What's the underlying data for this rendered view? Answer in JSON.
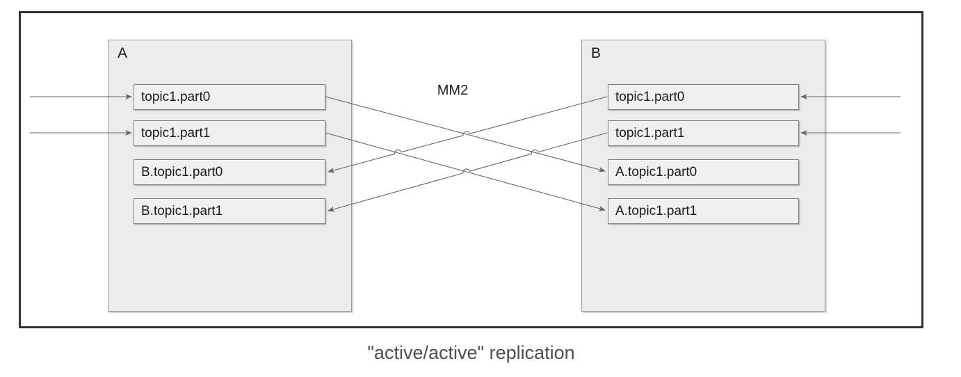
{
  "diagram": {
    "type": "kafka-mirrormaker-replication-diagram",
    "connector_label": "MM2",
    "caption": "\"active/active\" replication",
    "clusters": [
      {
        "name": "A",
        "topics": [
          "topic1.part0",
          "topic1.part1",
          "B.topic1.part0",
          "B.topic1.part1"
        ]
      },
      {
        "name": "B",
        "topics": [
          "topic1.part0",
          "topic1.part1",
          "A.topic1.part0",
          "A.topic1.part1"
        ]
      }
    ],
    "replication_flows": [
      {
        "from": "A / topic1.part0",
        "to": "B / A.topic1.part0"
      },
      {
        "from": "A / topic1.part1",
        "to": "B / A.topic1.part1"
      },
      {
        "from": "B / topic1.part0",
        "to": "A / B.topic1.part0"
      },
      {
        "from": "B / topic1.part1",
        "to": "A / B.topic1.part1"
      }
    ],
    "external_inputs": [
      {
        "into": "A / topic1.part0",
        "from_side": "left"
      },
      {
        "into": "A / topic1.part1",
        "from_side": "left"
      },
      {
        "into": "B / topic1.part0",
        "from_side": "right"
      },
      {
        "into": "B / topic1.part1",
        "from_side": "right"
      }
    ],
    "colors": {
      "frame_border": "#333333",
      "cluster_fill": "#ececec",
      "cluster_border": "#9b9b9b",
      "topic_fill": "#f0f0f0",
      "topic_border": "#7f7f7f",
      "arrow": "#666666",
      "label_text": "#1a1a1a",
      "caption_text": "#4f4f4f"
    }
  }
}
